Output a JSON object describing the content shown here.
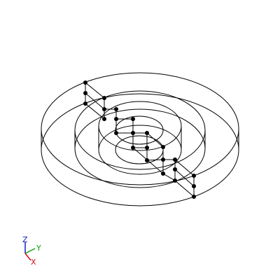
{
  "viewport": {
    "background": "#ffffff",
    "wire_color": "#000000"
  },
  "triad": {
    "x_label": "X",
    "y_label": "Y",
    "z_label": "Z",
    "x_color": "#d01010",
    "y_color": "#10a010",
    "z_color": "#1020c0"
  }
}
